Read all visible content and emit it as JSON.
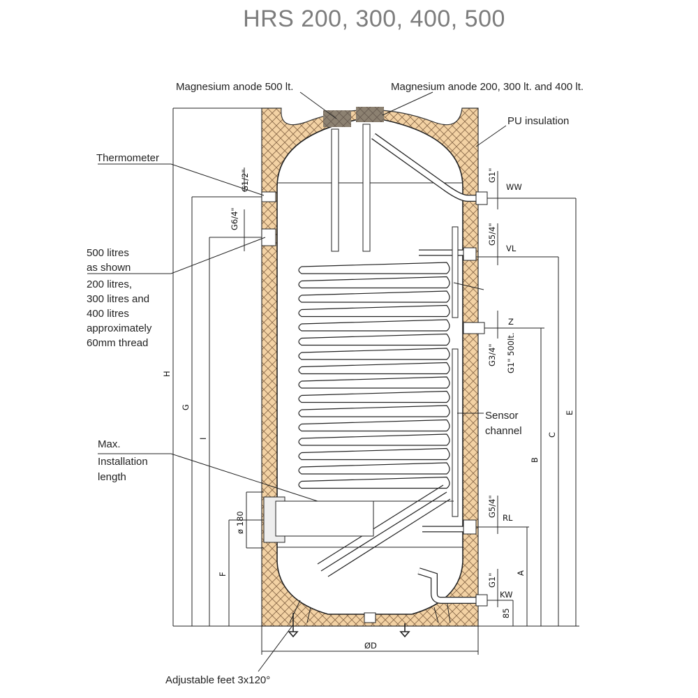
{
  "title": "HRS 200, 300, 400, 500",
  "labels": {
    "anode_500": "Magnesium anode 500 lt.",
    "anode_small": "Magnesium anode 200, 300 lt. and 400 lt.",
    "pu_insulation": "PU insulation",
    "thermometer": "Thermometer",
    "note_lines": [
      "500 litres",
      "as shown",
      "200 litres,",
      "300 litres and",
      "400 litres",
      "approximately",
      "60mm thread"
    ],
    "max_install_lines": [
      "Max.",
      "Installation",
      "length"
    ],
    "sensor_lines": [
      "Sensor",
      "channel"
    ],
    "feet": "Adjustable feet 3x120°"
  },
  "connections": {
    "ww": "WW",
    "vl": "VL",
    "z": "Z",
    "rl": "RL",
    "kw": "KW"
  },
  "threads": {
    "ww": "G1\"",
    "vl": "G5/4\"",
    "z_a": "G3/4\"",
    "z_b": "G1\" 500lt.",
    "rl": "G5/4\"",
    "kw": "G1\"",
    "thermo": "G1/2\"",
    "flange": "G6/4\""
  },
  "dimensions": {
    "H": "H",
    "G": "G",
    "I": "I",
    "F": "F",
    "E": "E",
    "C": "C",
    "B": "B",
    "A": "A",
    "diameter": "ØD",
    "flange_dia": "ø 180",
    "foot": "85"
  }
}
